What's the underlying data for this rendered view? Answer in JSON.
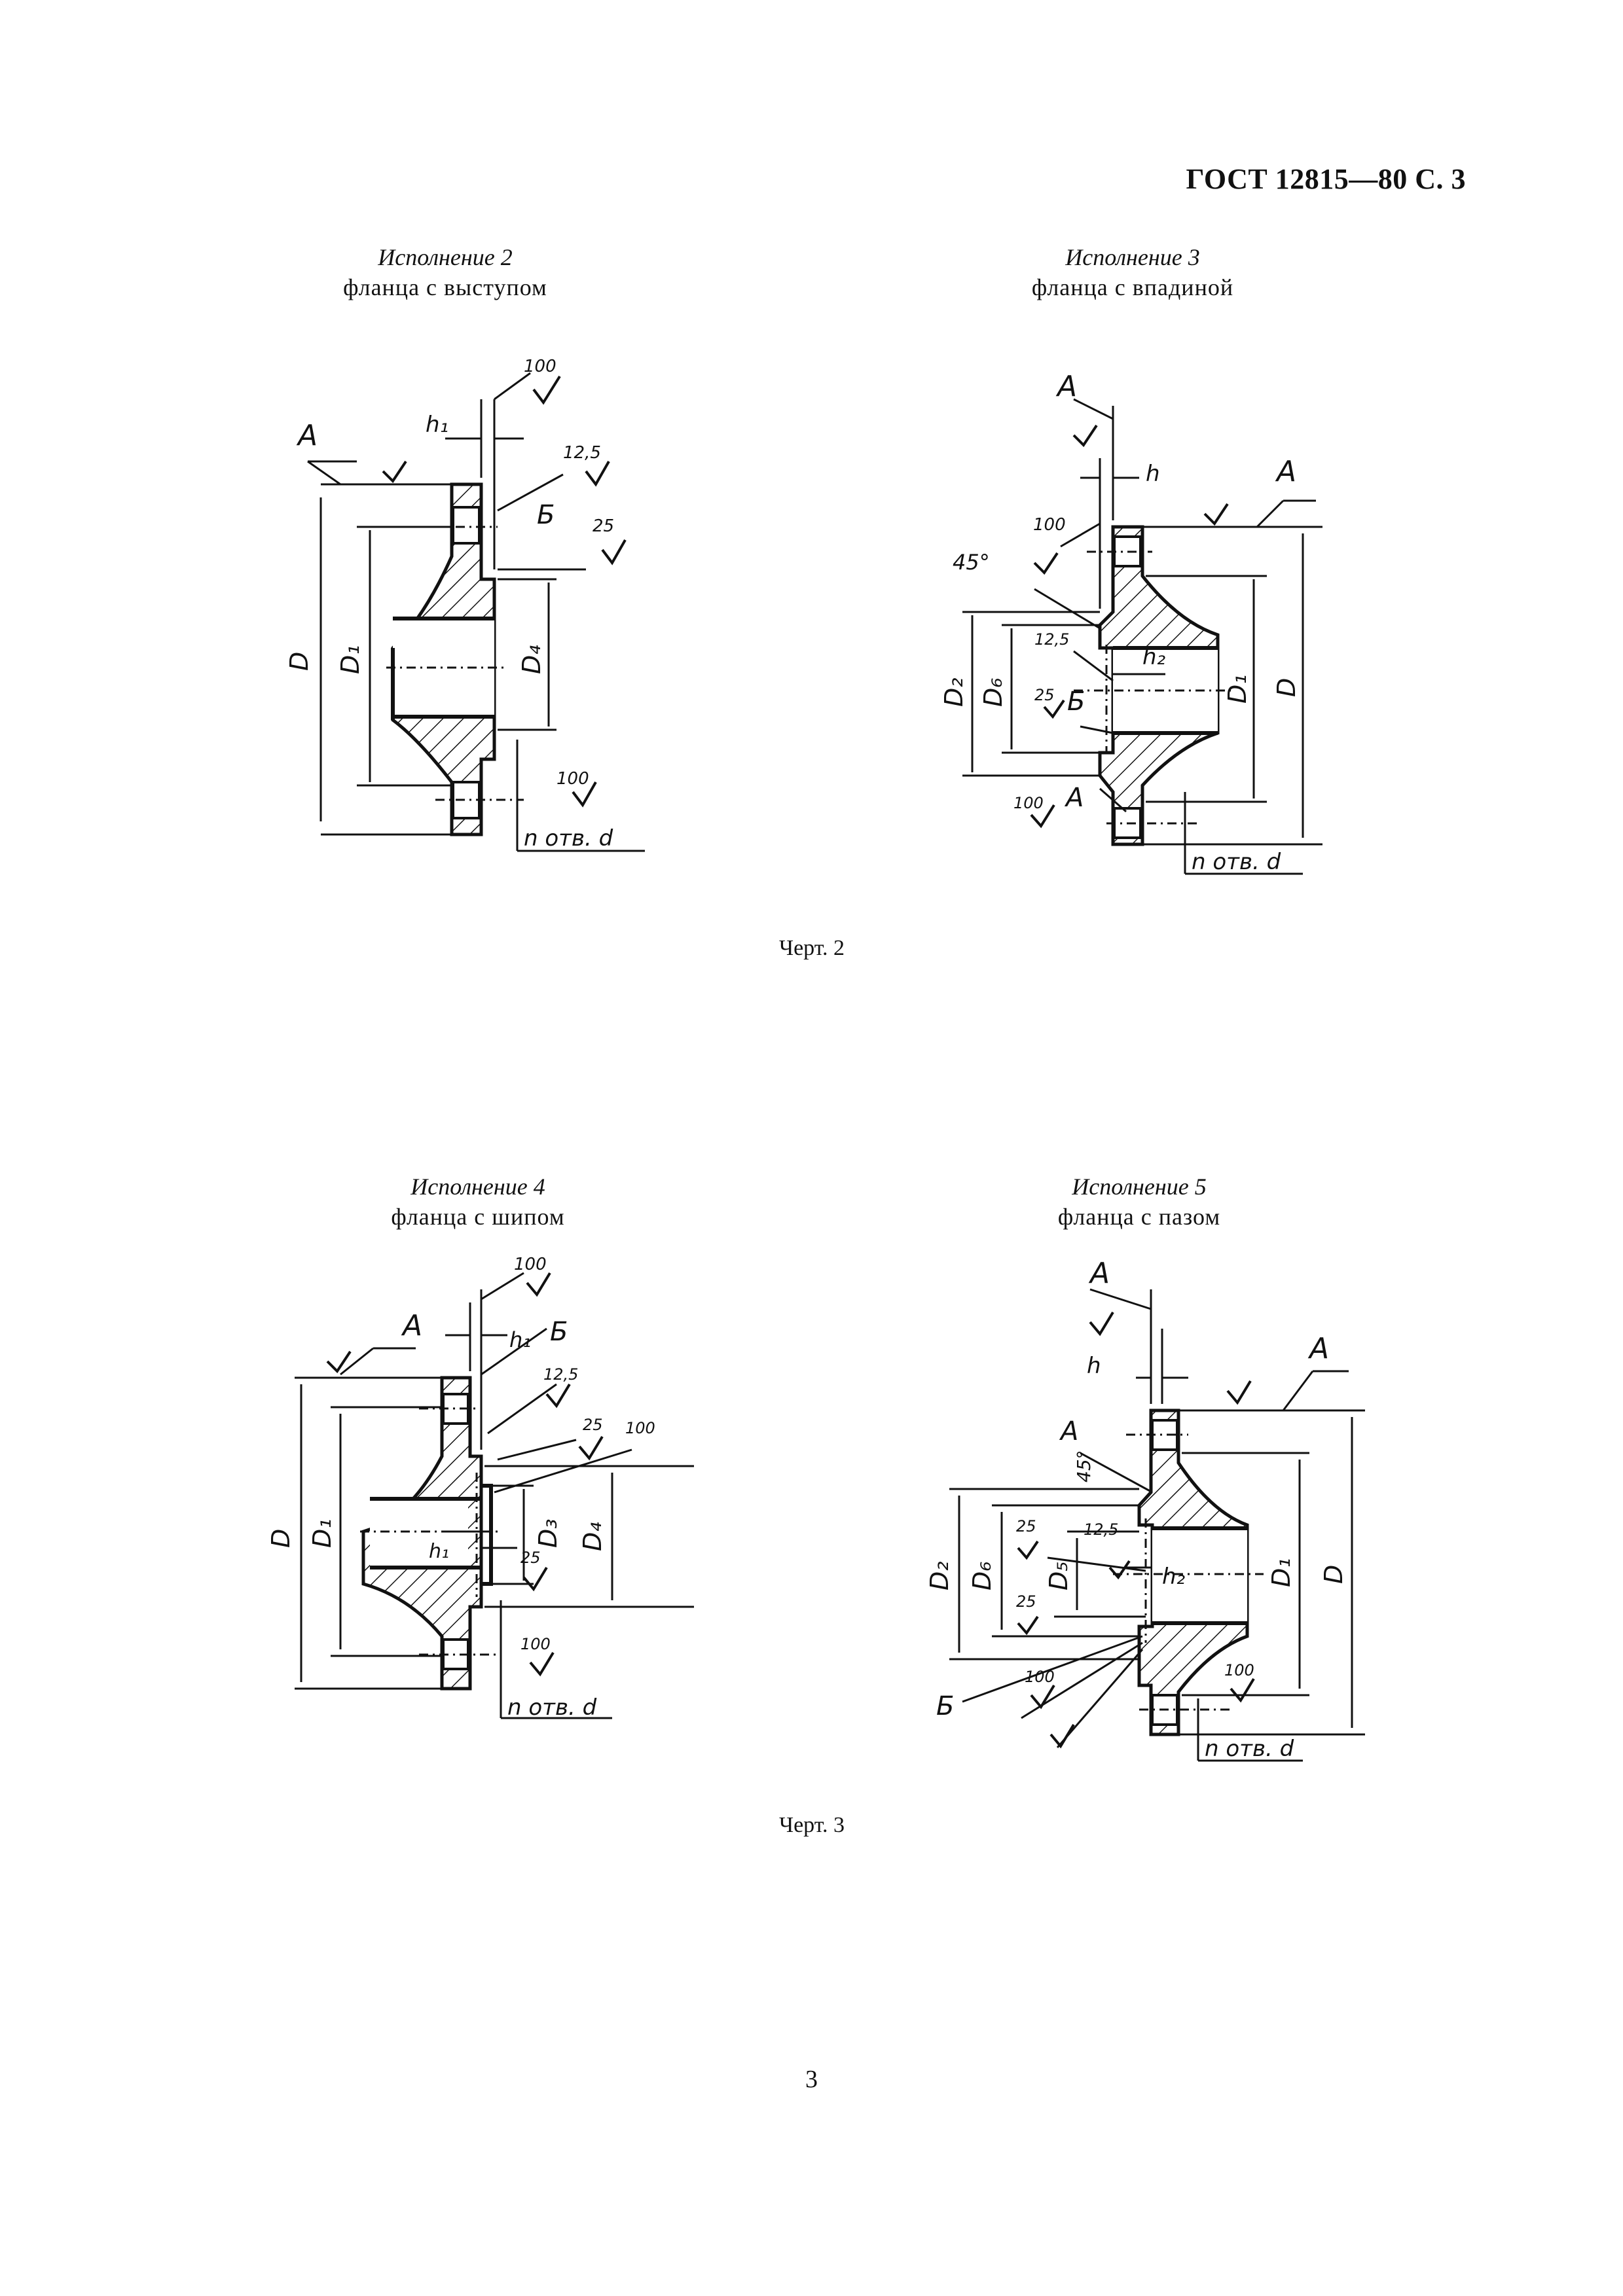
{
  "header": "ГОСТ 12815—80 С. 3",
  "figures": [
    {
      "variant": "Исполнение 2",
      "name": "фланца с выступом",
      "labels": {
        "A": "A",
        "h1": "h₁",
        "D": "D",
        "D1": "D₁",
        "D4": "D₄",
        "B": "Б",
        "r100a": "100",
        "r125": "12,5",
        "r25": "25",
        "r100b": "100",
        "holes": "n отв. d"
      }
    },
    {
      "variant": "Исполнение 3",
      "name": "фланца с впадиной",
      "labels": {
        "A": "A",
        "h": "h",
        "angle": "45°",
        "D2": "D₂",
        "D6": "D₆",
        "D1": "D₁",
        "D": "D",
        "h2": "h₂",
        "B": "Б",
        "r100a": "100",
        "r125": "12,5",
        "r25": "25",
        "r100b": "100",
        "holes": "n отв. d"
      }
    },
    {
      "variant": "Исполнение 4",
      "name": "фланца с шипом",
      "labels": {
        "A": "A",
        "h1": "h₁",
        "B": "Б",
        "D": "D",
        "D1": "D₁",
        "D3": "D₃",
        "D4": "D₄",
        "r100a": "100",
        "r125": "12,5",
        "r25": "25",
        "r100b": "100",
        "r100c": "100",
        "holes": "n отв. d"
      }
    },
    {
      "variant": "Исполнение 5",
      "name": "фланца с пазом",
      "labels": {
        "A": "A",
        "h": "h",
        "angle": "45°",
        "D2": "D₂",
        "D6": "D₆",
        "D5": "D₅",
        "D1": "D₁",
        "D": "D",
        "h2": "h₂",
        "B": "Б",
        "r25": "25",
        "r125": "12,5",
        "r100": "100",
        "holes": "n отв. d"
      }
    }
  ],
  "captions": {
    "c2": "Черт. 2",
    "c3": "Черт. 3"
  },
  "page_number": "3"
}
